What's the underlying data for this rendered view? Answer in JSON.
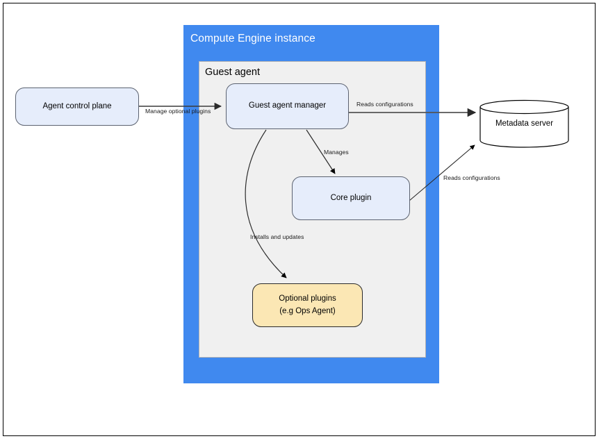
{
  "diagram": {
    "type": "architecture-flow-diagram",
    "containers": [
      {
        "id": "compute-engine-instance",
        "label": "Compute Engine instance",
        "fill": "#4089ef",
        "label_color": "#ffffff"
      },
      {
        "id": "guest-agent",
        "label": "Guest agent",
        "fill": "#f0f0f0",
        "label_color": "#000000"
      }
    ],
    "nodes": [
      {
        "id": "agent-control-plane",
        "label": "Agent control plane",
        "shape": "rounded-rect",
        "fill": "#e6edfb",
        "stroke": "#5b6270"
      },
      {
        "id": "guest-agent-manager",
        "label": "Guest agent manager",
        "shape": "rounded-rect",
        "fill": "#e6edfb",
        "stroke": "#5b6270"
      },
      {
        "id": "core-plugin",
        "label": "Core plugin",
        "shape": "rounded-rect",
        "fill": "#e6edfb",
        "stroke": "#5b6270"
      },
      {
        "id": "optional-plugins",
        "label": "Optional plugins\n(e.g  Ops Agent)",
        "shape": "rounded-rect",
        "fill": "#fbe7b4",
        "stroke": "#2a2a2a"
      },
      {
        "id": "metadata-server",
        "label": "Metadata server",
        "shape": "cylinder",
        "fill": "#ffffff",
        "stroke": "#000000"
      }
    ],
    "edges": [
      {
        "id": "manage-optional-plugins",
        "from": "agent-control-plane",
        "to": "guest-agent-manager",
        "label": "Manage optional plugins",
        "style": "straight-arrow"
      },
      {
        "id": "reads-configurations-manager",
        "from": "guest-agent-manager",
        "to": "metadata-server",
        "label": "Reads configurations",
        "style": "straight-arrow"
      },
      {
        "id": "manages",
        "from": "guest-agent-manager",
        "to": "core-plugin",
        "label": "Manages",
        "style": "straight-arrow"
      },
      {
        "id": "installs-and-updates",
        "from": "guest-agent-manager",
        "to": "optional-plugins",
        "label": "Installs and updates",
        "style": "curved-arrow"
      },
      {
        "id": "reads-configurations-core",
        "from": "core-plugin",
        "to": "metadata-server",
        "label": "Reads configurations",
        "style": "straight-arrow"
      }
    ]
  }
}
